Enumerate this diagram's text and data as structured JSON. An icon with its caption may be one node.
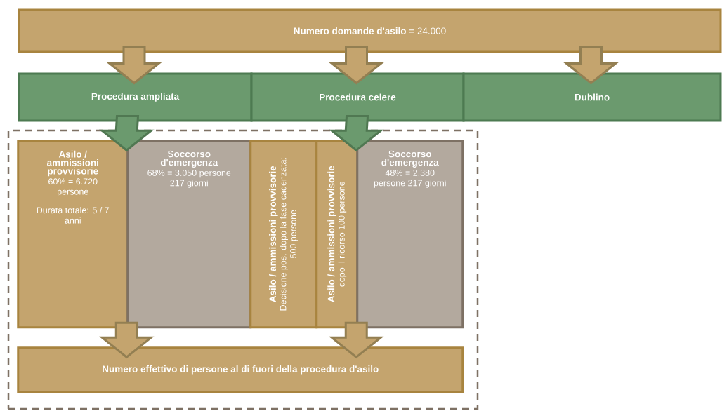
{
  "diagram": {
    "nodes": [
      {
        "text": [
          "**Numero domande d'asilo** = 24.000"
        ]
      },
      {
        "text": [
          "Procedura ampliata"
        ]
      },
      {
        "text": [
          "Procedura celere"
        ]
      },
      {
        "text": [
          "Dublino"
        ]
      },
      {
        "text": [],
        "shape": "box"
      },
      {
        "text": [
          "Asilo / ammissioni provvisorie",
          "60% = 6.720 persone",
          "Durata totale: 5 / 7 anni"
        ],
        "in": 4
      },
      {
        "text": [
          "Soccorso d'emergenza",
          "68% = 3.050 persone 217 giorni"
        ],
        "in": 4
      },
      {
        "text": [
          "Asilo / ammissioni provvisorie",
          "Decisione pos. dopo la fase cadenzata: 500 persone"
        ],
        "in": 4
      },
      {
        "text": [
          "Asilo / ammissioni provvisorie",
          "dopo il ricorso 100 persone"
        ],
        "in": 4
      },
      {
        "text": [
          "Soccorso d'emergenza",
          "48% = 2.380 persone 217 giorni"
        ],
        "in": 4
      },
      {
        "text": [
          "Numero effettivo di persone al di fuori della procedura d'asilo"
        ],
        "in": 4
      }
    ],
    "edges": [
      {
        "from": 0,
        "to": 1,
        "arrow": "to"
      },
      {
        "from": 0,
        "to": 2,
        "arrow": "to"
      },
      {
        "from": 0,
        "to": 3,
        "arrow": "to"
      },
      {
        "from": 1,
        "to": 5,
        "arrow": "to",
        "color": "#6b9a6e"
      },
      {
        "from": 1,
        "to": 6,
        "arrow": "to",
        "color": "#6b9a6e"
      },
      {
        "from": 2,
        "to": 8,
        "arrow": "to",
        "color": "#6b9a6e"
      },
      {
        "from": 2,
        "to": 9,
        "arrow": "to",
        "color": "#6b9a6e"
      },
      {
        "from": 5,
        "to": 10,
        "arrow": "to"
      },
      {
        "from": 6,
        "to": 10,
        "arrow": "to"
      },
      {
        "from": 8,
        "to": 10,
        "arrow": "to"
      },
      {
        "from": 9,
        "to": 10,
        "arrow": "to"
      }
    ]
  }
}
